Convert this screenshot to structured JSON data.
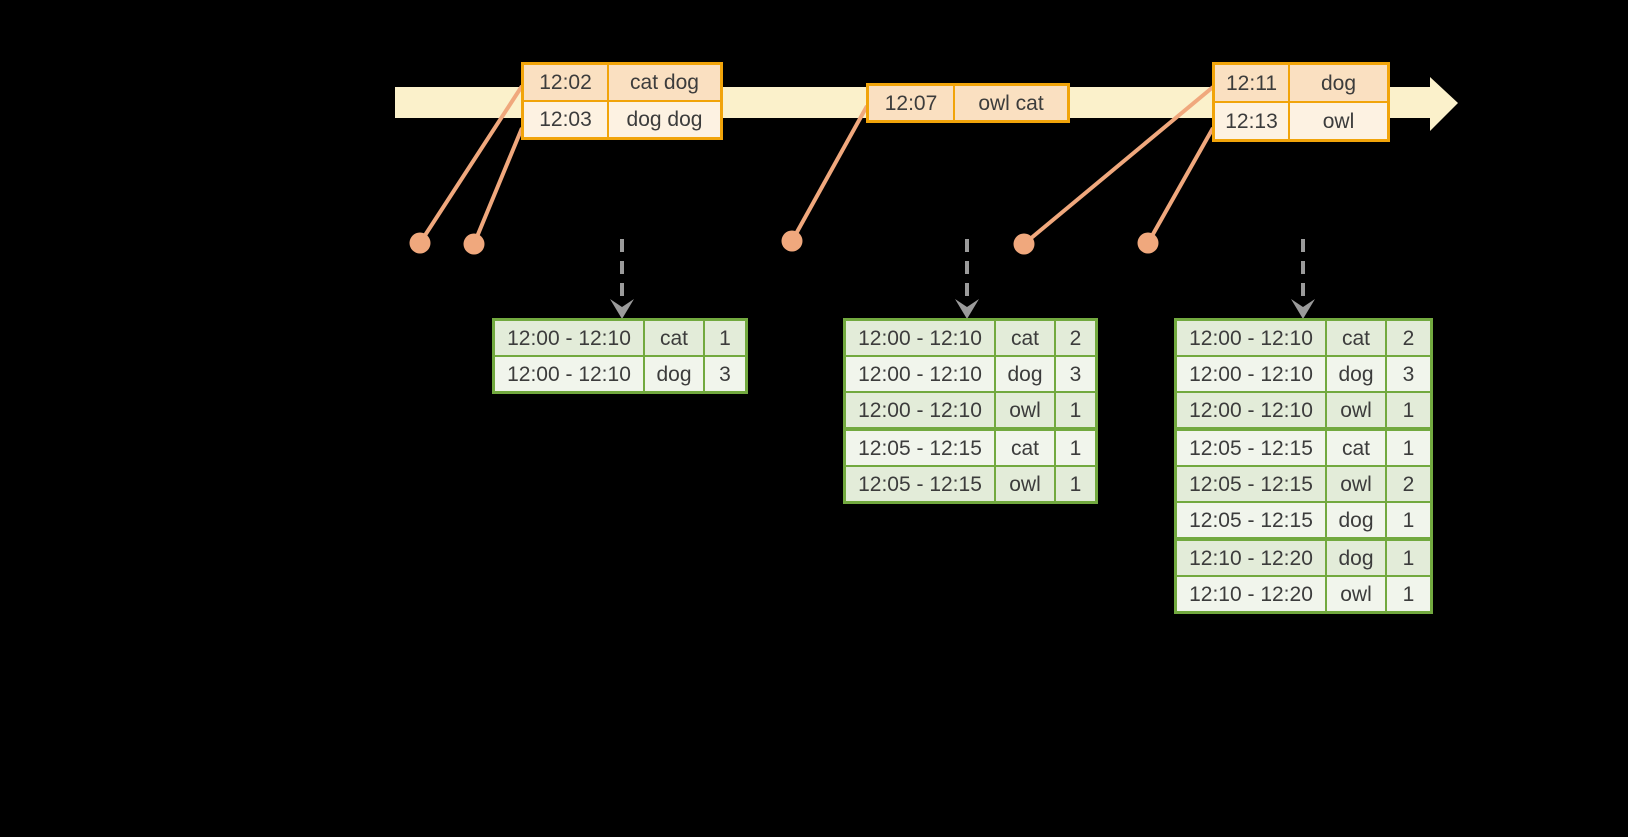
{
  "colors": {
    "background": "#000000",
    "timeline_fill": "#FBF1CB",
    "event_table_border": "#F1A40A",
    "event_row_dark": "#FAE0C1",
    "event_row_light": "#FDF2E2",
    "connector_salmon": "#F0A87D",
    "dashed_arrow_gray": "#9B9B9B",
    "result_table_border": "#72A93F",
    "result_row_dark": "#E3ECD9",
    "result_row_light": "#F1F5EC",
    "table_text": "#3C3C3C"
  },
  "event_tables": [
    {
      "rows": [
        {
          "time": "12:02",
          "words": "cat dog"
        },
        {
          "time": "12:03",
          "words": "dog dog"
        }
      ]
    },
    {
      "rows": [
        {
          "time": "12:07",
          "words": "owl cat"
        }
      ]
    },
    {
      "rows": [
        {
          "time": "12:11",
          "words": "dog"
        },
        {
          "time": "12:13",
          "words": "owl"
        }
      ]
    }
  ],
  "result_tables": [
    {
      "rows": [
        {
          "window": "12:00 - 12:10",
          "word": "cat",
          "count": "1"
        },
        {
          "window": "12:00 - 12:10",
          "word": "dog",
          "count": "3"
        }
      ]
    },
    {
      "rows": [
        {
          "window": "12:00 - 12:10",
          "word": "cat",
          "count": "2"
        },
        {
          "window": "12:00 - 12:10",
          "word": "dog",
          "count": "3"
        },
        {
          "window": "12:00 - 12:10",
          "word": "owl",
          "count": "1"
        },
        {
          "window": "12:05 - 12:15",
          "word": "cat",
          "count": "1"
        },
        {
          "window": "12:05 - 12:15",
          "word": "owl",
          "count": "1"
        }
      ]
    },
    {
      "rows": [
        {
          "window": "12:00 - 12:10",
          "word": "cat",
          "count": "2"
        },
        {
          "window": "12:00 - 12:10",
          "word": "dog",
          "count": "3"
        },
        {
          "window": "12:00 - 12:10",
          "word": "owl",
          "count": "1"
        },
        {
          "window": "12:05 - 12:15",
          "word": "cat",
          "count": "1"
        },
        {
          "window": "12:05 - 12:15",
          "word": "owl",
          "count": "2"
        },
        {
          "window": "12:05 - 12:15",
          "word": "dog",
          "count": "1"
        },
        {
          "window": "12:10 - 12:20",
          "word": "dog",
          "count": "1"
        },
        {
          "window": "12:10 - 12:20",
          "word": "owl",
          "count": "1"
        }
      ]
    }
  ]
}
